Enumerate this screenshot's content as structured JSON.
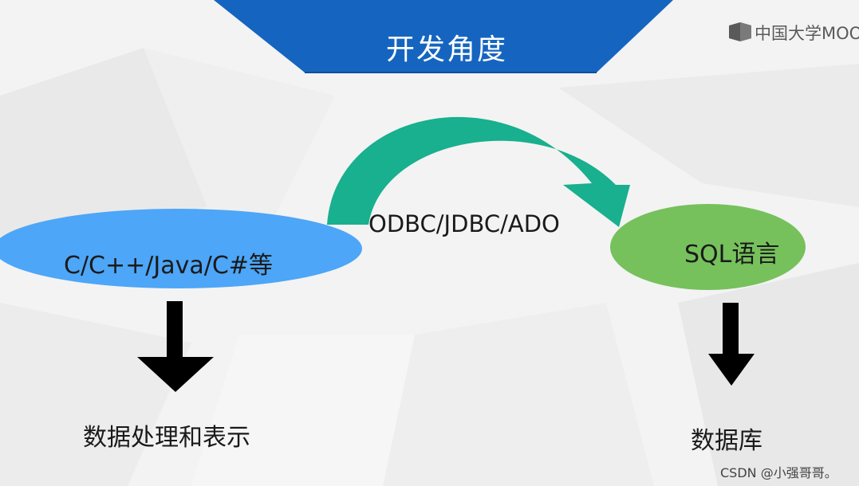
{
  "title": "开发角度",
  "logo": {
    "icon": "mooc-logo-icon",
    "text": "中国大学MOOC"
  },
  "left_node": {
    "label": "C/C++/Java/C#等",
    "color": "#4da6f7"
  },
  "right_node": {
    "label": "SQL语言",
    "color": "#76c15c"
  },
  "connector": {
    "label": "ODBC/JDBC/ADO",
    "color": "#18b08e"
  },
  "bottom_left": {
    "label": "数据处理和表示"
  },
  "bottom_right": {
    "label": "数据库"
  },
  "banner_color": "#1565c0",
  "watermark": "CSDN @小强哥哥。"
}
